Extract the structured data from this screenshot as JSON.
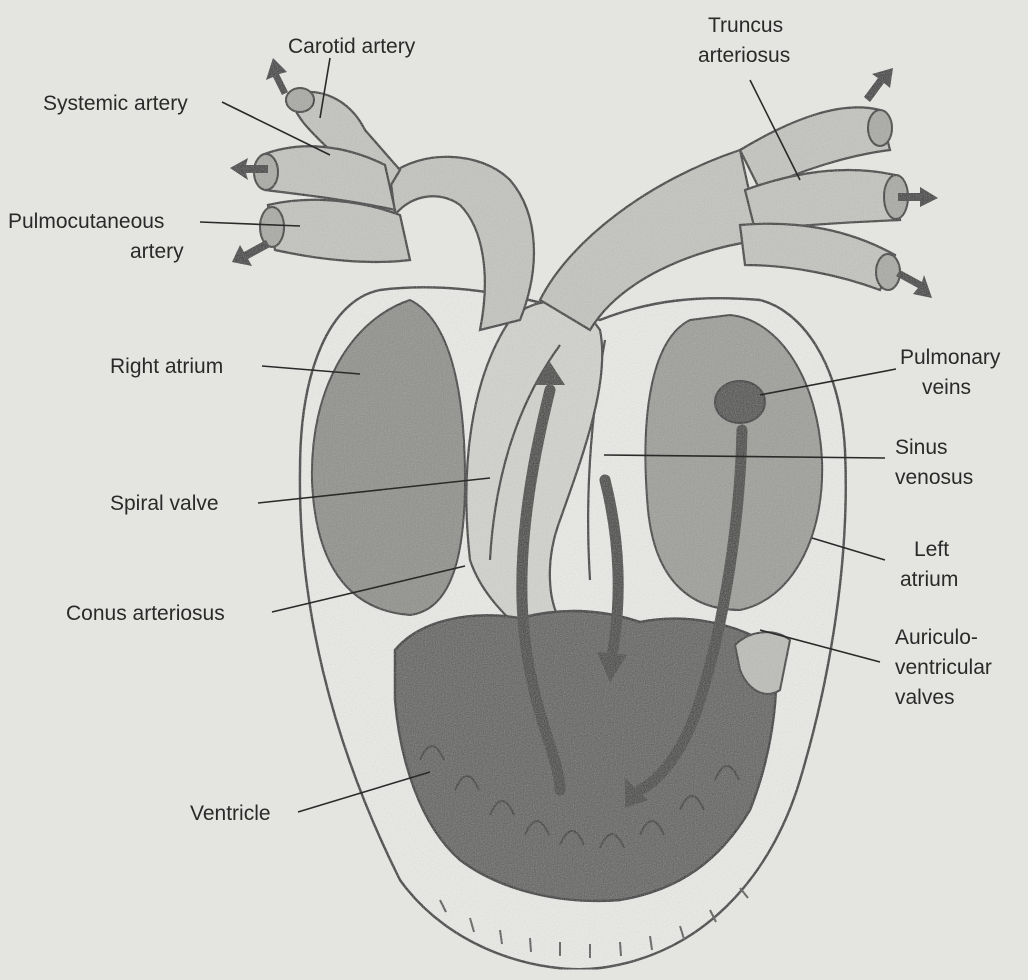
{
  "labels": {
    "carotid_artery": "Carotid artery",
    "systemic_artery": "Systemic artery",
    "pulmocutaneous_line1": "Pulmocutaneous",
    "pulmocutaneous_line2": "artery",
    "truncus_line1": "Truncus",
    "truncus_line2": "arteriosus",
    "right_atrium": "Right atrium",
    "pulmonary_veins_line1": "Pulmonary",
    "pulmonary_veins_line2": "veins",
    "sinus_venosus_line1": "Sinus",
    "sinus_venosus_line2": "venosus",
    "spiral_valve": "Spiral valve",
    "left_atrium_line1": "Left",
    "left_atrium_line2": "atrium",
    "conus_arteriosus": "Conus arteriosus",
    "auriculo_line1": "Auriculo-",
    "auriculo_line2": "ventricular",
    "auriculo_line3": "valves",
    "ventricle": "Ventricle"
  },
  "colors": {
    "background": "#e4e4e1",
    "ink": "#2a2a2a",
    "ventricle": "#5d5d5a",
    "atrium": "#8e8e8a",
    "vessel": "#c4c4c0"
  }
}
